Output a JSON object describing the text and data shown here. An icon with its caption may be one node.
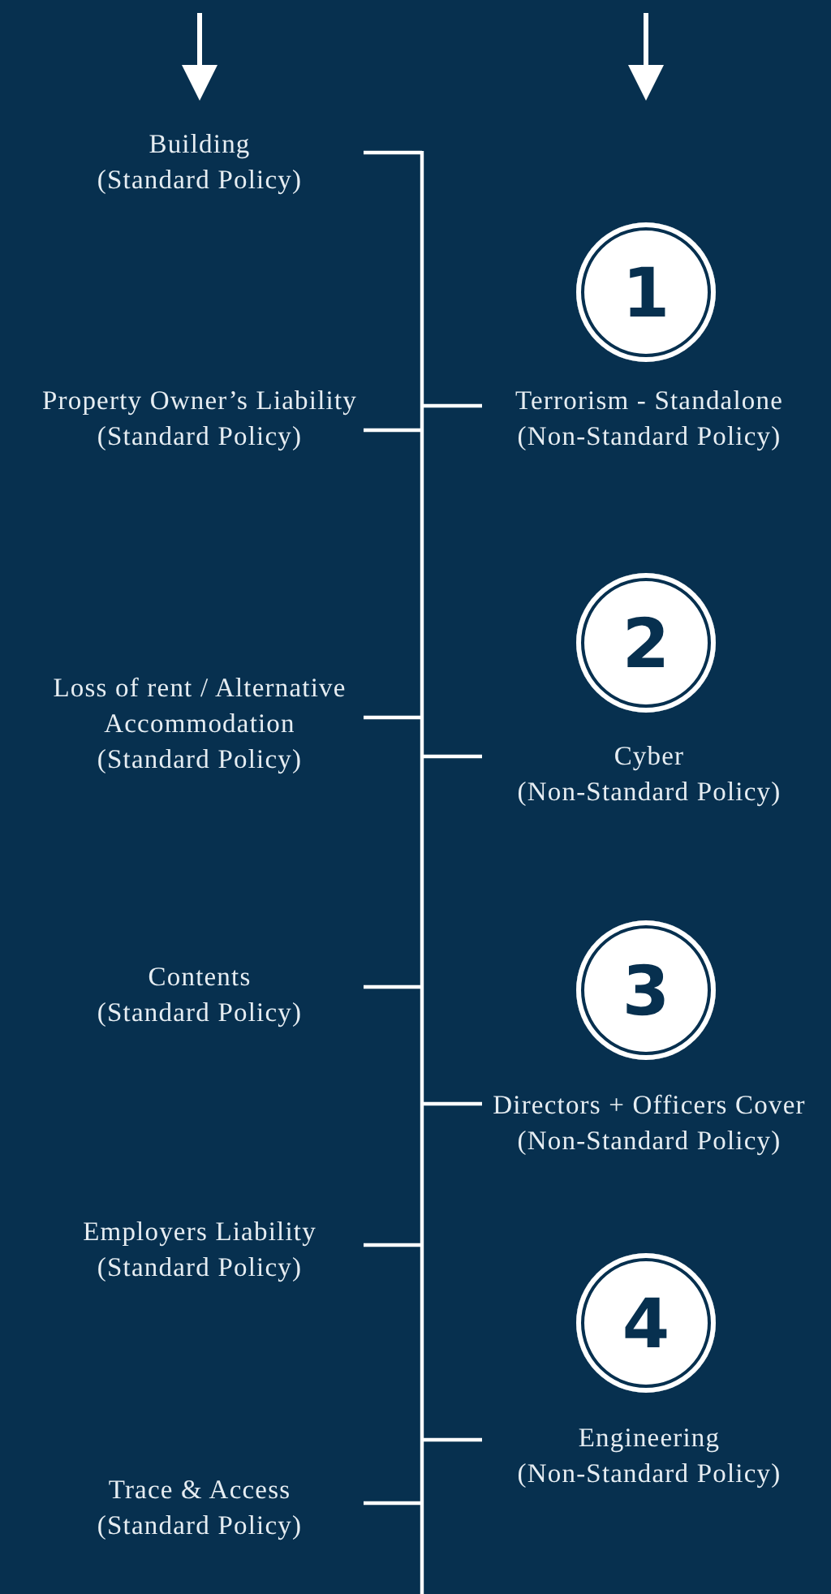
{
  "diagram": {
    "nodes": [
      {
        "text": [
          "Building",
          "(Standard Policy)"
        ]
      },
      {
        "text": [
          "1"
        ]
      },
      {
        "text": [
          "Property Owner’s Liability",
          "(Standard Policy)"
        ]
      },
      {
        "text": [
          "Terrorism - Standalone",
          "(Non-Standard Policy)"
        ]
      },
      {
        "text": [
          "2"
        ]
      },
      {
        "text": [
          "Loss of rent / Alternative Accommodation",
          "(Standard Policy)"
        ]
      },
      {
        "text": [
          "Cyber",
          "(Non-Standard Policy)"
        ]
      },
      {
        "text": [
          "Contents",
          "(Standard Policy)"
        ]
      },
      {
        "text": [
          "3"
        ]
      },
      {
        "text": [
          "Directors + Officers Cover",
          "(Non-Standard Policy)"
        ]
      },
      {
        "text": [
          "Employers Liability",
          "(Standard Policy)"
        ]
      },
      {
        "text": [
          "4"
        ]
      },
      {
        "text": [
          "Engineering",
          "(Non-Standard Policy)"
        ]
      },
      {
        "text": [
          "Trace & Access",
          "(Standard Policy)"
        ]
      }
    ]
  }
}
